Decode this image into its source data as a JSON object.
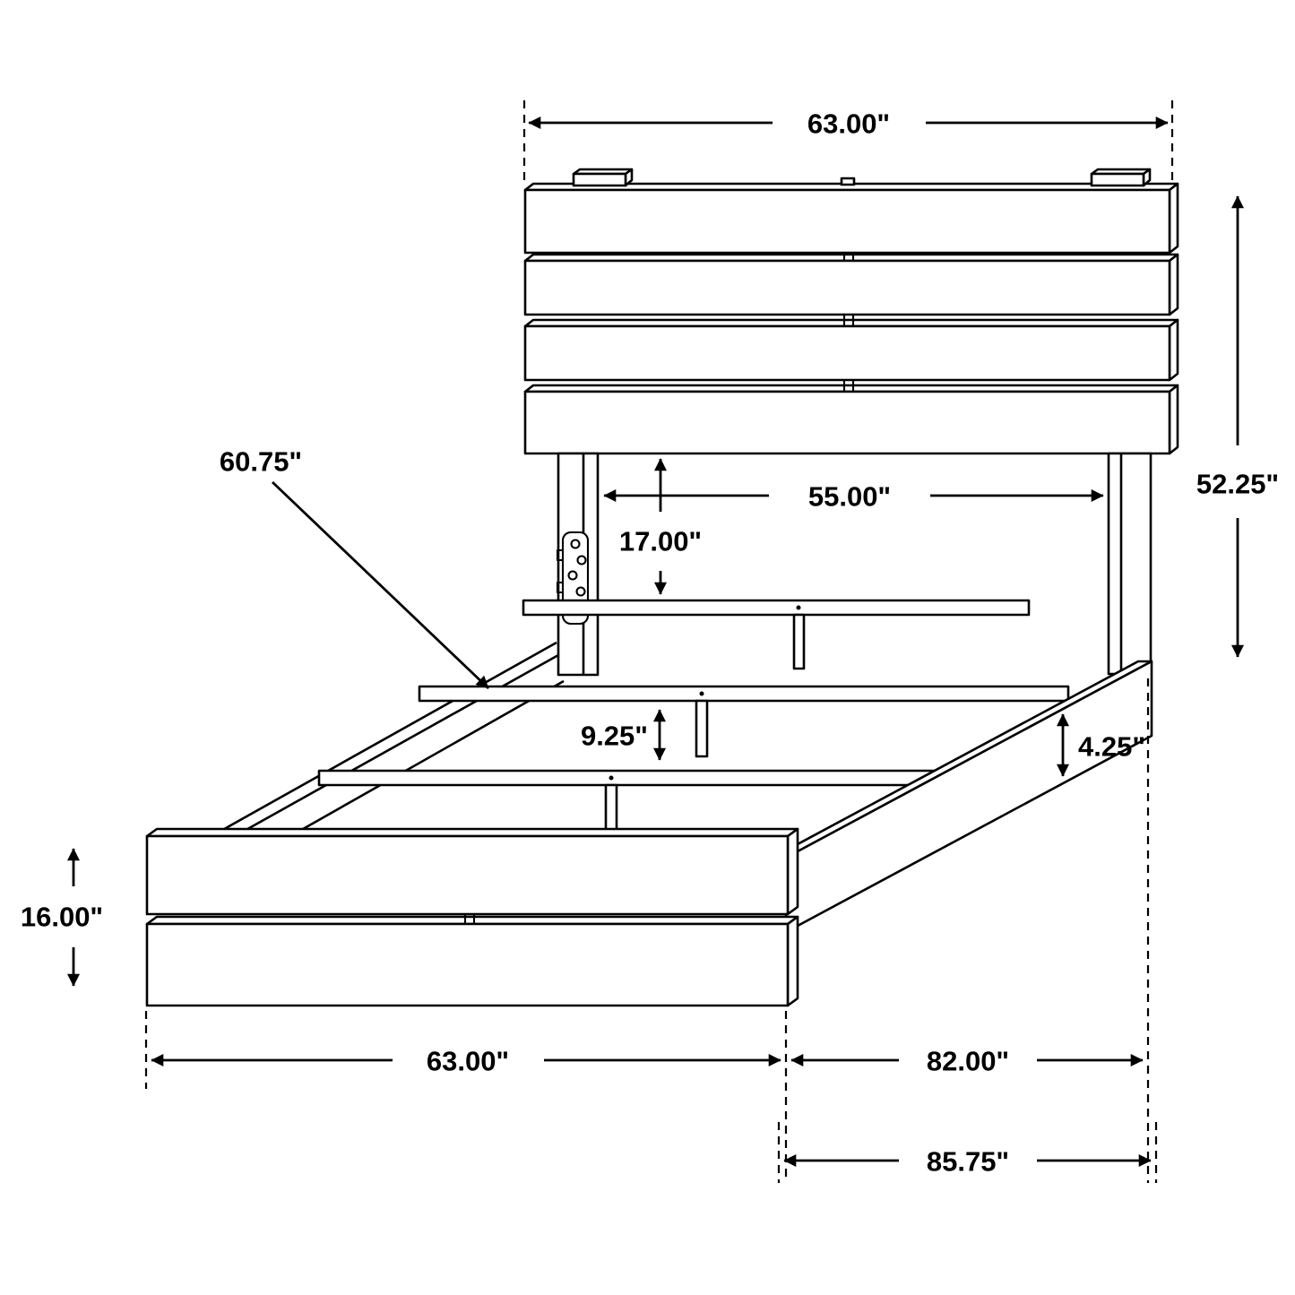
{
  "diagram": {
    "type": "isometric furniture dimension drawing",
    "subject": "plank headboard platform bed frame",
    "line_color": "#000000",
    "background_color": "#ffffff"
  },
  "dimensions": {
    "headboard_width": "63.00\"",
    "headboard_height": "52.25\"",
    "headboard_inner_width": "55.00\"",
    "headboard_to_slat": "17.00\"",
    "slat_length": "60.75\"",
    "slat_support_height": "9.25\"",
    "side_rail_height": "4.25\"",
    "footboard_height": "16.00\"",
    "footboard_width": "63.00\"",
    "frame_length": "82.00\"",
    "overall_length": "85.75\""
  }
}
